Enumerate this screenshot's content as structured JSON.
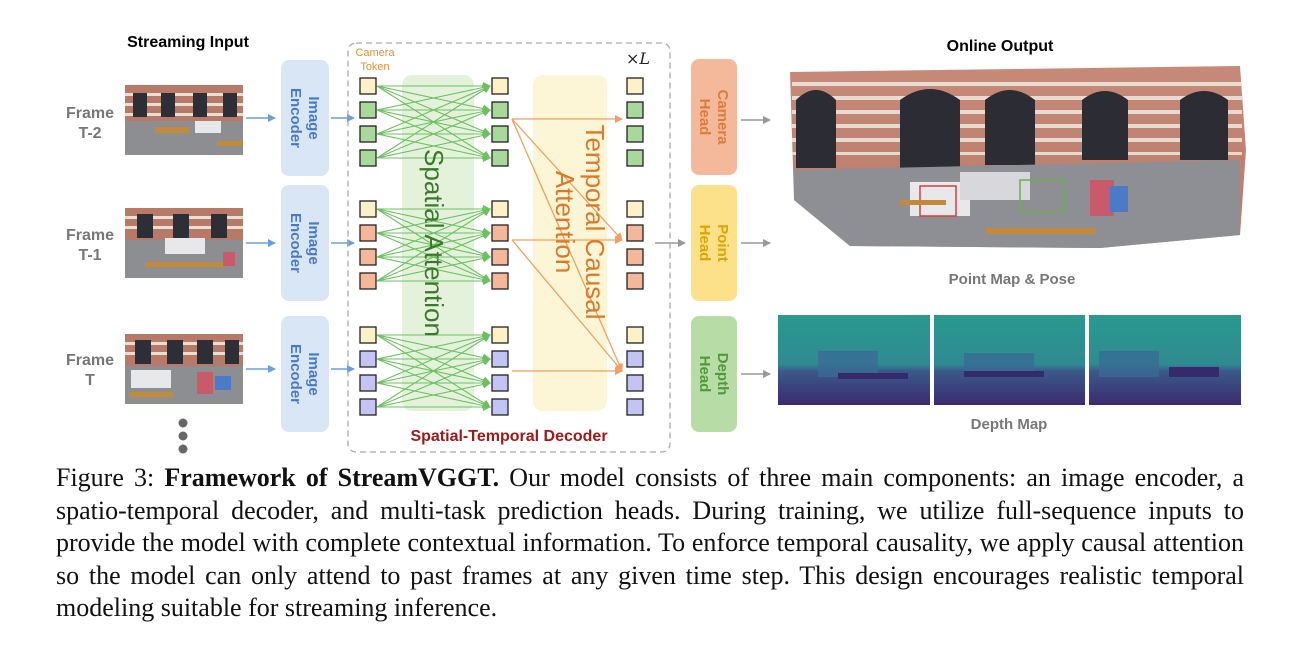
{
  "input": {
    "title": "Streaming Input",
    "frames": [
      {
        "line1": "Frame",
        "line2": "T-2"
      },
      {
        "line1": "Frame",
        "line2": "T-1"
      },
      {
        "line1": "Frame",
        "line2": "T"
      }
    ]
  },
  "encoder": {
    "line1": "Image",
    "line2": "Encoder"
  },
  "decoder": {
    "camera_token_line1": "Camera",
    "camera_token_line2": "Token",
    "repeat_label": "×L",
    "spatial_attention": "Spatial Attention",
    "temporal_line1": "Temporal Causal",
    "temporal_line2": "Attention",
    "title": "Spatial-Temporal Decoder"
  },
  "heads": [
    {
      "line1": "Camera",
      "line2": "Head",
      "color": "#f4b99a",
      "text_color": "#e07a3a"
    },
    {
      "line1": "Point",
      "line2": "Head",
      "color": "#fde08a",
      "text_color": "#e0a400"
    },
    {
      "line1": "Depth",
      "line2": "Head",
      "color": "#b8dca6",
      "text_color": "#4f9a3a"
    }
  ],
  "output": {
    "title": "Online Output",
    "pointmap_label": "Point Map & Pose",
    "depth_label": "Depth Map"
  },
  "colors": {
    "camera_token": "#fdf1c7",
    "patch_t2": "#a8d89a",
    "patch_t1": "#f4b79a",
    "patch_t": "#c4c4f4",
    "spatial_band": "#e4f2dc",
    "temporal_band": "#fdf6d6",
    "encoder_box": "#d8e6f6",
    "encoder_text": "#4a78c8",
    "arrow_blue": "#6aa0d8",
    "arrow_green": "#6cc060",
    "arrow_orange": "#f0a060",
    "decoder_title": "#a01818",
    "spatial_text": "#3a7a2a",
    "temporal_text": "#d97a2a",
    "camera_token_text": "#e0903a"
  },
  "caption": {
    "label": "Figure 3:",
    "bold": "Framework of StreamVGGT.",
    "text": "Our model consists of three main components: an image encoder, a spatio-temporal decoder, and multi-task prediction heads. During training, we utilize full-sequence inputs to provide the model with complete contextual information. To enforce temporal causality, we apply causal attention so the model can only attend to past frames at any given time step. This design encourages realistic temporal modeling suitable for streaming inference."
  }
}
